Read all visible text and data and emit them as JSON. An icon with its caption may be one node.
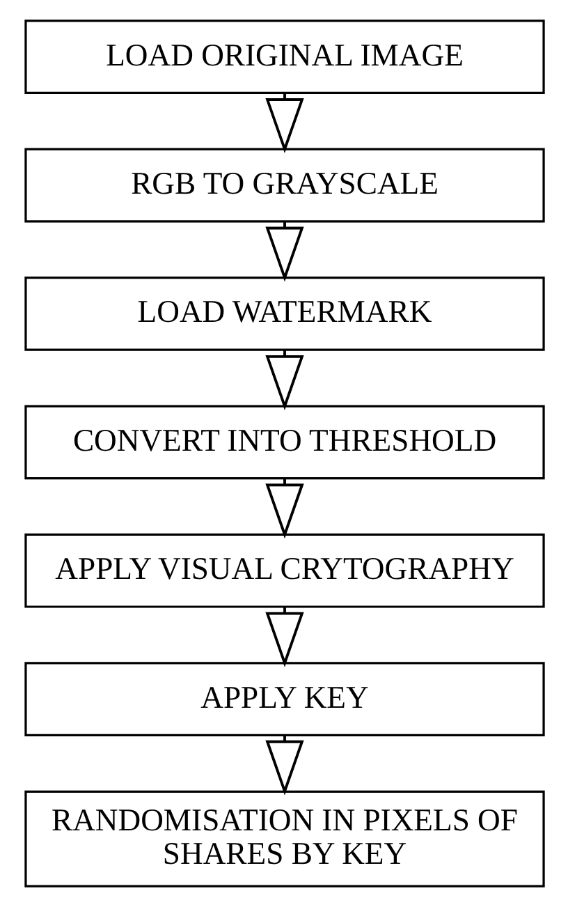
{
  "diagram": {
    "nodes": [
      {
        "text": [
          "LOAD ORIGINAL IMAGE"
        ]
      },
      {
        "text": [
          "RGB TO GRAYSCALE"
        ]
      },
      {
        "text": [
          "LOAD WATERMARK"
        ]
      },
      {
        "text": [
          "CONVERT INTO THRESHOLD"
        ]
      },
      {
        "text": [
          "APPLY VISUAL CRYTOGRAPHY"
        ]
      },
      {
        "text": [
          "APPLY KEY"
        ]
      },
      {
        "text": [
          "RANDOMISATION IN PIXELS OF SHARES BY KEY"
        ]
      }
    ],
    "edges": [
      {
        "from": 0,
        "to": 1,
        "arrow": "to"
      },
      {
        "from": 1,
        "to": 2,
        "arrow": "to"
      },
      {
        "from": 2,
        "to": 3,
        "arrow": "to"
      },
      {
        "from": 3,
        "to": 4,
        "arrow": "to"
      },
      {
        "from": 4,
        "to": 5,
        "arrow": "to"
      },
      {
        "from": 5,
        "to": 6,
        "arrow": "to"
      }
    ]
  }
}
